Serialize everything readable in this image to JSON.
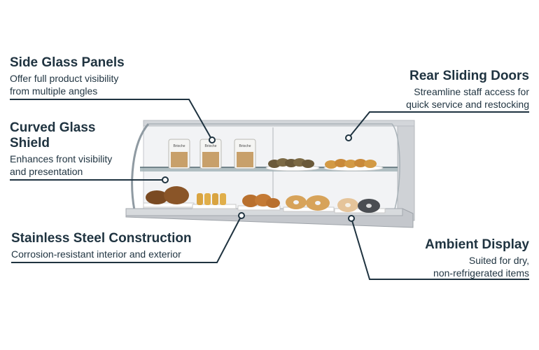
{
  "callouts": {
    "side_glass": {
      "title": "Side Glass Panels",
      "line1": "Offer full product visibility",
      "line2": "from multiple angles"
    },
    "curved_glass": {
      "title_line1": "Curved Glass",
      "title_line2": "Shield",
      "line1": "Enhances front visibility",
      "line2": "and presentation"
    },
    "stainless": {
      "title": "Stainless Steel Construction",
      "line1": "Corrosion-resistant interior and exterior"
    },
    "rear_doors": {
      "title": "Rear Sliding Doors",
      "line1": "Streamline staff access for",
      "line2": "quick service and restocking"
    },
    "ambient": {
      "title": "Ambient Display",
      "line1": "Suited for dry,",
      "line2": "non-refrigerated items"
    }
  },
  "jar_label": "Brioche",
  "colors": {
    "text": "#1f3340",
    "line": "#1f3340",
    "steel": "#c9ccd1",
    "glass": "#e9f3f6"
  }
}
